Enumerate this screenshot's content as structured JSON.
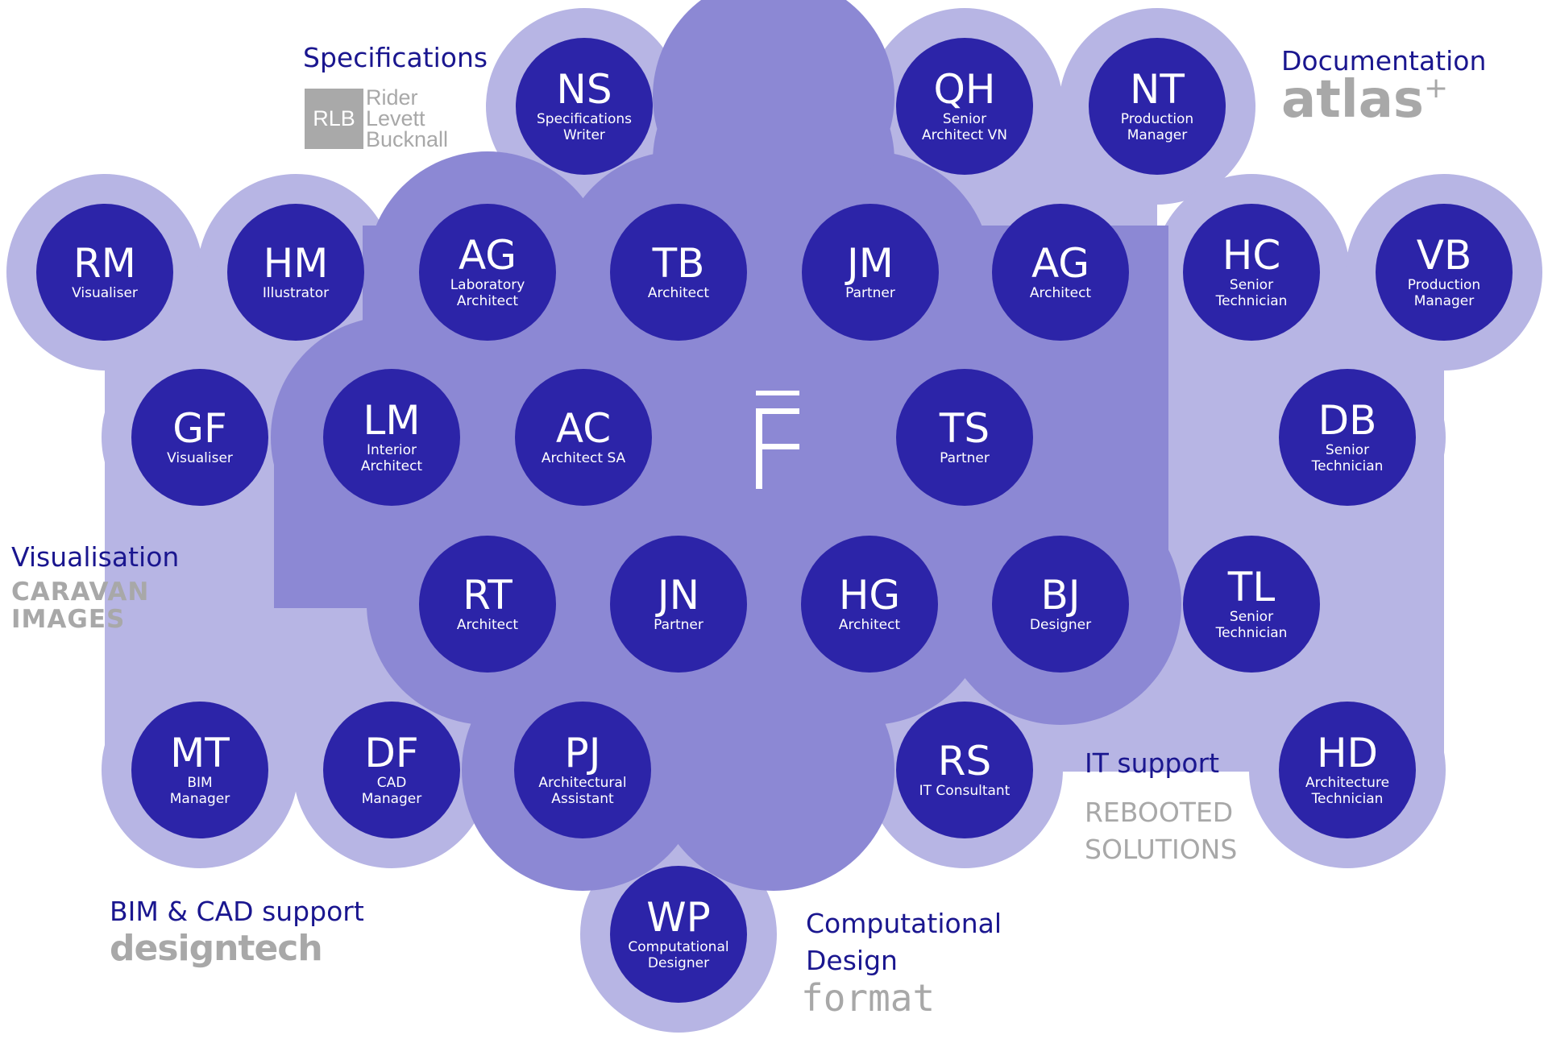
{
  "colors": {
    "outer_blob": "#b7b5e4",
    "inner_blob": "#8c88d4",
    "node_fill": "#2c24a8",
    "node_text": "#ffffff",
    "label_text": "#1a168f",
    "company_text": "#a8a8a8"
  },
  "groups": {
    "specifications": {
      "label": "Specifications",
      "company_box": "RLB",
      "company_words": [
        "Rider",
        "Levett",
        "Bucknall"
      ]
    },
    "documentation": {
      "label": "Documentation",
      "company": "atlas",
      "company_mark": "+"
    },
    "visualisation": {
      "label": "Visualisation",
      "company_lines": [
        "CARAVAN",
        "IMAGES"
      ]
    },
    "bim_cad": {
      "label": "BIM & CAD support",
      "company": "designtech"
    },
    "computational": {
      "label_lines": [
        "Computational",
        "Design"
      ],
      "company": "format"
    },
    "it_support": {
      "label": "IT support",
      "company_lines": [
        "REBOOTED",
        "SOLUTIONS"
      ]
    }
  },
  "center_logo_icon": "stylised-f-logo",
  "people": [
    {
      "initials": "NS",
      "role_lines": [
        "Specifications",
        "Writer"
      ]
    },
    {
      "initials": "QH",
      "role_lines": [
        "Senior",
        "Architect VN"
      ]
    },
    {
      "initials": "NT",
      "role_lines": [
        "Production",
        "Manager"
      ]
    },
    {
      "initials": "RM",
      "role_lines": [
        "Visualiser"
      ]
    },
    {
      "initials": "HM",
      "role_lines": [
        "Illustrator"
      ]
    },
    {
      "initials": "AG",
      "role_lines": [
        "Laboratory",
        "Architect"
      ]
    },
    {
      "initials": "TB",
      "role_lines": [
        "Architect"
      ]
    },
    {
      "initials": "JM",
      "role_lines": [
        "Partner"
      ]
    },
    {
      "initials": "AG",
      "role_lines": [
        "Architect"
      ]
    },
    {
      "initials": "HC",
      "role_lines": [
        "Senior",
        "Technician"
      ]
    },
    {
      "initials": "VB",
      "role_lines": [
        "Production",
        "Manager"
      ]
    },
    {
      "initials": "GF",
      "role_lines": [
        "Visualiser"
      ]
    },
    {
      "initials": "LM",
      "role_lines": [
        "Interior",
        "Architect"
      ]
    },
    {
      "initials": "AC",
      "role_lines": [
        "Architect SA"
      ]
    },
    {
      "initials": "TS",
      "role_lines": [
        "Partner"
      ]
    },
    {
      "initials": "DB",
      "role_lines": [
        "Senior",
        "Technician"
      ]
    },
    {
      "initials": "RT",
      "role_lines": [
        "Architect"
      ]
    },
    {
      "initials": "JN",
      "role_lines": [
        "Partner"
      ]
    },
    {
      "initials": "HG",
      "role_lines": [
        "Architect"
      ]
    },
    {
      "initials": "BJ",
      "role_lines": [
        "Designer"
      ]
    },
    {
      "initials": "TL",
      "role_lines": [
        "Senior",
        "Technician"
      ]
    },
    {
      "initials": "MT",
      "role_lines": [
        "BIM",
        "Manager"
      ]
    },
    {
      "initials": "DF",
      "role_lines": [
        "CAD",
        "Manager"
      ]
    },
    {
      "initials": "PJ",
      "role_lines": [
        "Architectural",
        "Assistant"
      ]
    },
    {
      "initials": "RS",
      "role_lines": [
        "IT Consultant"
      ]
    },
    {
      "initials": "HD",
      "role_lines": [
        "Architecture",
        "Technician"
      ]
    },
    {
      "initials": "WP",
      "role_lines": [
        "Computational",
        "Designer"
      ]
    }
  ]
}
